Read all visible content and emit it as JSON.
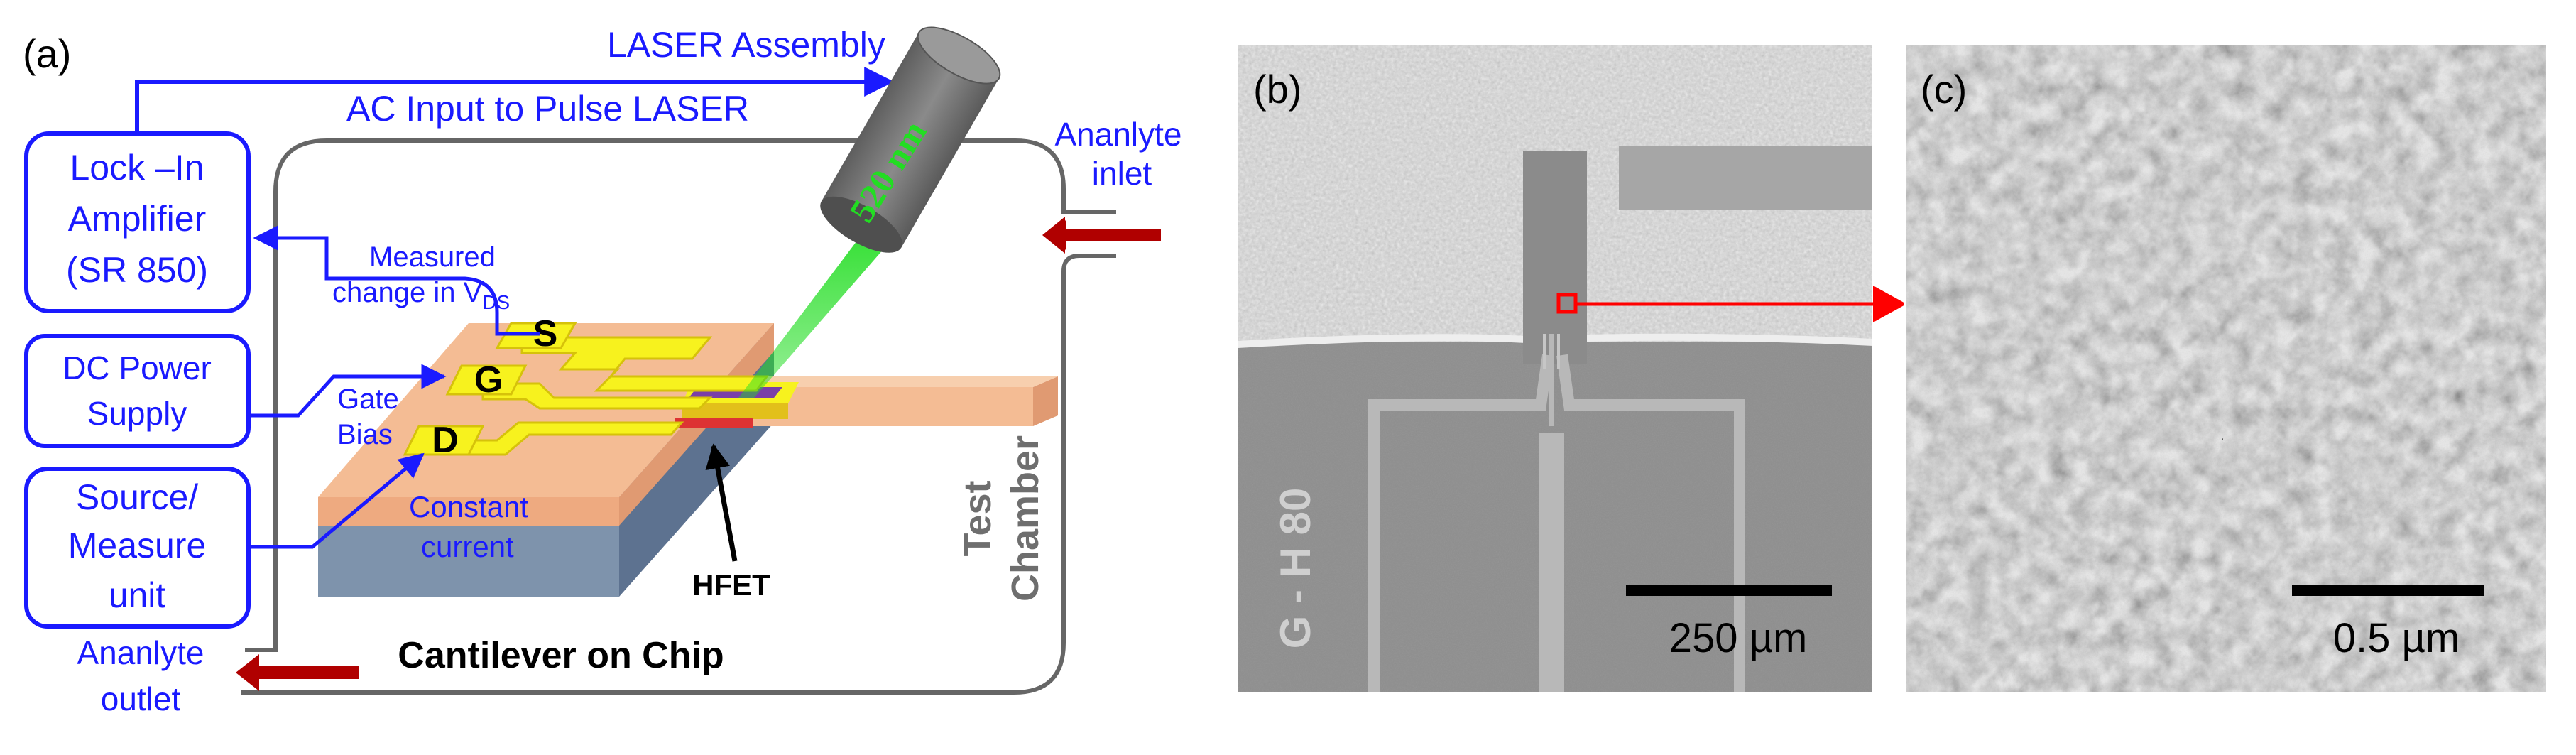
{
  "panel_labels": {
    "a": "(a)",
    "b": "(b)",
    "c": "(c)"
  },
  "schematic": {
    "laser_assembly": "LASER Assembly",
    "laser_wavelength": "520 nm",
    "ac_input": "AC Input to Pulse LASER",
    "lock_in": [
      "Lock –In",
      "Amplifier",
      "(SR 850)"
    ],
    "dc_power": [
      "DC Power",
      "Supply"
    ],
    "source_measure": [
      "Source/",
      "Measure",
      "unit"
    ],
    "measured_change": "Measured",
    "measured_change_2": "change in V",
    "measured_change_sub": "DS",
    "gate_bias": [
      "Gate",
      "Bias"
    ],
    "constant_current": [
      "Constant",
      "current"
    ],
    "pad_s": "S",
    "pad_g": "G",
    "pad_d": "D",
    "hfet": "HFET",
    "cantilever": "Cantilever on Chip",
    "test_chamber": [
      "Test",
      "Chamber"
    ],
    "analyte_inlet": [
      "Ananlyte",
      "inlet"
    ],
    "analyte_outlet": [
      "Ananlyte",
      "outlet"
    ]
  },
  "sem_b": {
    "chip_label": "G - H 80",
    "scale_bar": "250 µm"
  },
  "sem_c": {
    "scale_bar": "0.5 µm"
  },
  "colors": {
    "blue": "#1a1aff",
    "arrow_red": "#b00000",
    "laser_green": "#22dd22",
    "chip_top": "#f4bc94",
    "chip_side": "#7e93ac",
    "pad_yellow": "#f7f21e",
    "hfet_purple": "#7a3fa8"
  }
}
